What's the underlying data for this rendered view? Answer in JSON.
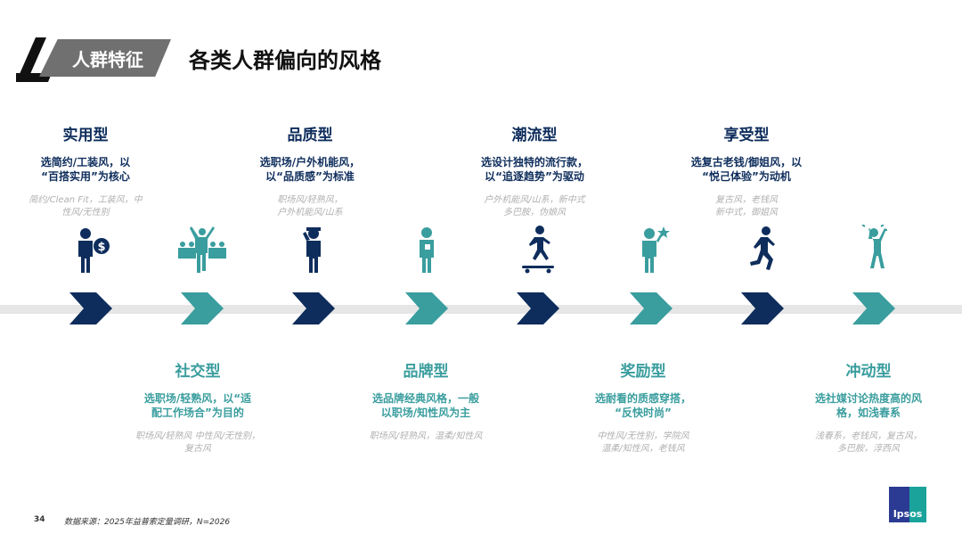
{
  "header": {
    "section_label": "人群特征",
    "title": "各类人群偏向的风格"
  },
  "colors": {
    "navy": "#0e2d5c",
    "teal": "#3a9d9e",
    "band": "#e6e6e6"
  },
  "types": [
    {
      "name": "实用型",
      "desc1": "选简约/工装风，以",
      "desc2": "“百搭实用”为核心",
      "tags1": "简约/Clean Fit，工装风，中",
      "tags2": "性风/无性别",
      "icon": "businessman-coin-icon"
    },
    {
      "name": "社交型",
      "desc1": "选职场/轻熟风，以“适",
      "desc2": "配工作场合”为目的",
      "tags1": "职场风/轻熟风 中性风/无性别，",
      "tags2": "复古风",
      "icon": "cheering-crowd-icon"
    },
    {
      "name": "品质型",
      "desc1": "选职场/户外机能风，",
      "desc2": "以“品质感”为标准",
      "tags1": "职场风/轻熟风，",
      "tags2": "户外机能风/山系",
      "icon": "person-thinking-icon"
    },
    {
      "name": "品牌型",
      "desc1": "选品牌经典风格，一般",
      "desc2": "以职场/知性风为主",
      "tags1": "职场风/轻熟风，温柔/知性风",
      "tags2": "",
      "icon": "person-badge-icon"
    },
    {
      "name": "潮流型",
      "desc1": "选设计独特的流行款，",
      "desc2": "以“追逐趋势”为驱动",
      "tags1": "户外机能风/山系，新中式",
      "tags2": "多巴胺，伪娘风",
      "icon": "skateboarder-icon"
    },
    {
      "name": "奖励型",
      "desc1": "选耐看的质感穿搭，",
      "desc2": "“反快时尚”",
      "tags1": "中性风/无性别，学院风",
      "tags2": "温柔/知性风，老钱风",
      "icon": "person-star-icon"
    },
    {
      "name": "享受型",
      "desc1": "选复古老钱/御姐风，以",
      "desc2": "“悦己体验”为动机",
      "tags1": "复古风，老钱风",
      "tags2": "新中式，御姐风",
      "icon": "running-man-icon"
    },
    {
      "name": "冲动型",
      "desc1": "选社媒讨论热度高的风",
      "desc2": "格，如浅春系",
      "tags1": "浅春系，老钱风，复古风，",
      "tags2": "多巴胺，淳西风",
      "icon": "excited-person-icon"
    }
  ],
  "footer": {
    "page_number": "34",
    "source": "数据来源：2025年益普索定量调研，N=2026"
  },
  "logo": {
    "text": "Ipsos"
  }
}
